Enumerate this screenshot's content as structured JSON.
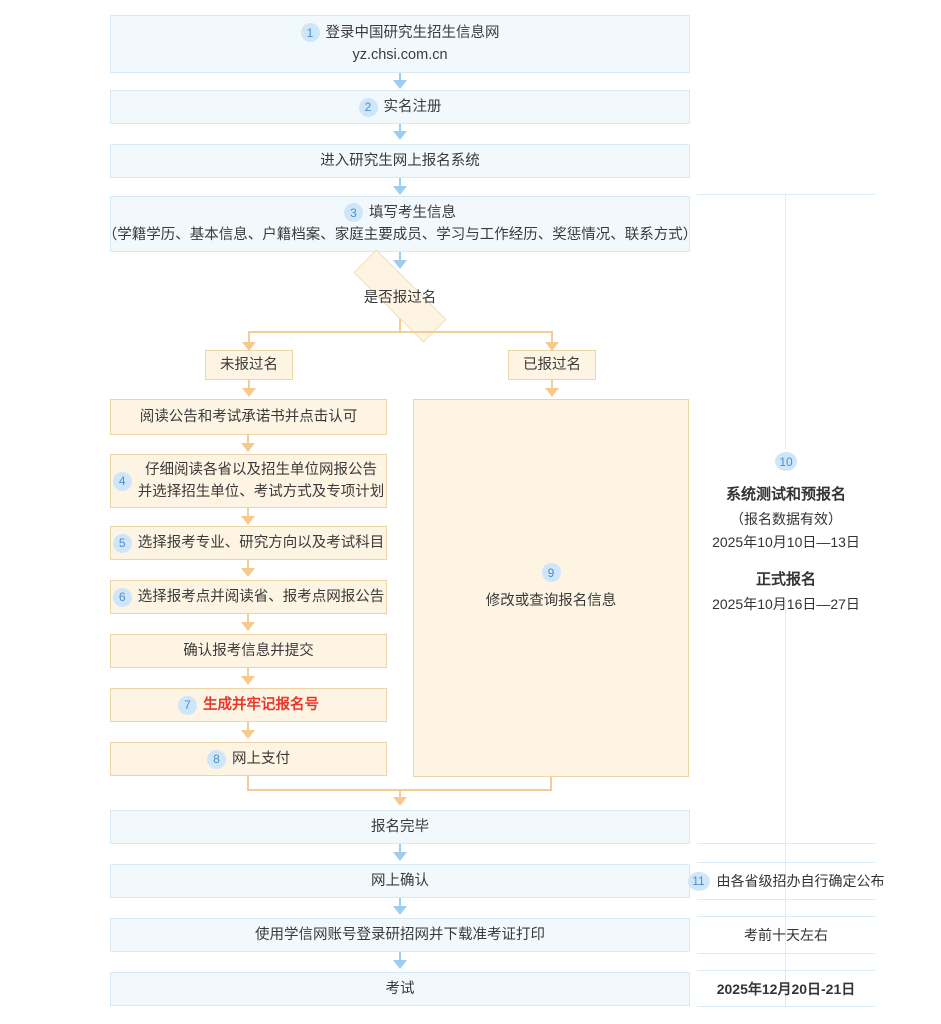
{
  "theme": {
    "blue_fill": "#f2f9fd",
    "blue_border": "#d7e9f5",
    "orange_fill": "#fdf4e4",
    "orange_border": "#ecd6a8",
    "badge_fill": "#cfe6f8",
    "badge_text": "#4b8fd0",
    "blue_arrow": "#9dcdf0",
    "orange_arrow": "#f6ca8c",
    "highlight_red": "#e8382c",
    "rule_color": "#dcecf7"
  },
  "flow": {
    "step1": {
      "number": "1",
      "line1": "登录中国研究生招生信息网",
      "line2": "yz.chsi.com.cn"
    },
    "step2": {
      "number": "2",
      "label": "实名注册"
    },
    "step_enter_system": {
      "label": "进入研究生网上报名系统"
    },
    "step3": {
      "number": "3",
      "line1": "填写考生信息",
      "line2": "（学籍学历、基本信息、户籍档案、家庭主要成员、学习与工作经历、奖惩情况、联系方式）"
    },
    "decision": {
      "label": "是否报过名"
    },
    "branch_left": {
      "label": "未报过名"
    },
    "branch_right": {
      "label": "已报过名"
    },
    "left_column": [
      {
        "number": "",
        "lines": [
          "阅读公告和考试承诺书并点击认可"
        ]
      },
      {
        "number": "4",
        "lines": [
          "仔细阅读各省以及招生单位网报公告",
          "并选择招生单位、考试方式及专项计划"
        ]
      },
      {
        "number": "5",
        "lines": [
          "选择报考专业、研究方向以及考试科目"
        ]
      },
      {
        "number": "6",
        "lines": [
          "选择报考点并阅读省、报考点网报公告"
        ]
      },
      {
        "number": "",
        "lines": [
          "确认报考信息并提交"
        ]
      },
      {
        "number": "7",
        "lines": [
          "生成并牢记报名号"
        ],
        "highlight": true
      },
      {
        "number": "8",
        "lines": [
          "网上支付"
        ]
      }
    ],
    "right_box": {
      "number": "9",
      "label": "修改或查询报名信息"
    },
    "tail": [
      {
        "label": "报名完毕"
      },
      {
        "label": "网上确认"
      },
      {
        "label": "使用学信网账号登录研招网并下载准考证打印"
      },
      {
        "label": "考试"
      }
    ]
  },
  "timeline": {
    "registration": {
      "number": "10",
      "title_pre": "系统测试和预报名",
      "note": "（报名数据有效）",
      "date_pre": "2025年10月10日—13日",
      "title_formal": "正式报名",
      "date_formal": "2025年10月16日—27日"
    },
    "rows": [
      {
        "number": "11",
        "label": "由各省级招办自行确定公布"
      },
      {
        "number": "",
        "label": "考前十天左右"
      },
      {
        "number": "",
        "label": "2025年12月20日-21日"
      }
    ]
  }
}
